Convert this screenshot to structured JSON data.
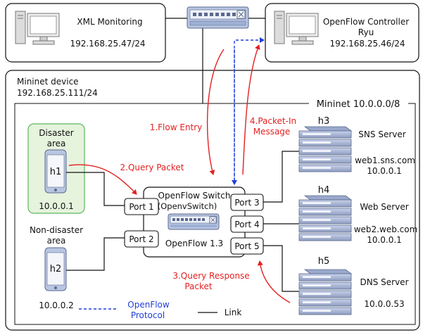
{
  "top": {
    "xml_monitoring": {
      "title": "XML Monitoring",
      "ip": "192.168.25.47/24"
    },
    "controller": {
      "title_line1": "OpenFlow Controller",
      "title_line2": "Ryu",
      "ip": "192.168.25.46/24"
    }
  },
  "mininet_device": {
    "title": "Mininet device",
    "ip": "192.168.25.111/24"
  },
  "mininet_net": {
    "label": "Mininet 10.0.0.0/8"
  },
  "hosts": {
    "disaster_area": {
      "label_line1": "Disaster",
      "label_line2": "area",
      "host": "h1",
      "ip": "10.0.0.1"
    },
    "non_disaster_area": {
      "label_line1": "Non-disaster",
      "label_line2": "area",
      "host": "h2",
      "ip": "10.0.0.2"
    }
  },
  "switch": {
    "title_line1": "OpenFlow Switch",
    "title_line2": "(OpenvSwitch)",
    "version": "OpenFlow 1.3",
    "ports": [
      "Port 1",
      "Port 2",
      "Port 3",
      "Port 4",
      "Port 5"
    ]
  },
  "servers": [
    {
      "host": "h3",
      "name": "SNS Server",
      "domain": "web1.sns.com",
      "ip": "10.0.0.1"
    },
    {
      "host": "h4",
      "name": "Web Server",
      "domain": "web2.web.com",
      "ip": "10.0.0.1"
    },
    {
      "host": "h5",
      "name": "DNS Server",
      "domain": "",
      "ip": "10.0.0.53"
    }
  ],
  "messages": {
    "flow_entry": "1.Flow Entry",
    "query_packet": "2.Query Packet",
    "query_response_line1": "3.Query Response",
    "query_response_line2": "Packet",
    "packet_in_line1": "4.Packet-In",
    "packet_in_line2": "Message"
  },
  "legend": {
    "openflow_line1": "OpenFlow",
    "openflow_line2": "Protocol",
    "link": "Link"
  },
  "colors": {
    "red": "#e51f1f",
    "blue": "#1f3fd8",
    "green": "#5cb85c"
  }
}
